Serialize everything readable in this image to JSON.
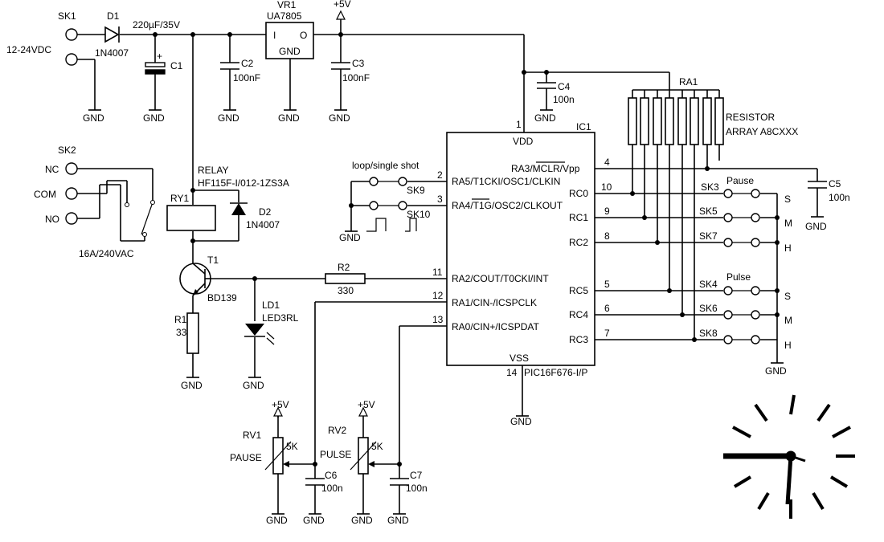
{
  "supply": {
    "sk1": "SK1",
    "d1": "D1",
    "d1_type": "1N4007",
    "vin": "12-24VDC",
    "c1": "C1",
    "c1_value": "220µF/35V",
    "plus": "+",
    "c2": "C2",
    "c2_value": "100nF",
    "vr1": "VR1",
    "vr1_type": "UA7805",
    "vr1_in": "I",
    "vr1_out": "O",
    "vr1_gnd": "GND",
    "c3": "C3",
    "c3_value": "100nF",
    "plus5v": "+5V"
  },
  "relay": {
    "sk2": "SK2",
    "nc": "NC",
    "com": "COM",
    "no": "NO",
    "label": "RELAY",
    "type": "HF115F-I/012-1ZS3A",
    "ry1": "RY1",
    "rating": "16A/240VAC",
    "d2": "D2",
    "d2_type": "1N4007",
    "t1": "T1",
    "t1_type": "BD139",
    "r1": "R1",
    "r1_value": "33",
    "ld1": "LD1",
    "ld1_type": "LED3RL",
    "r2": "R2",
    "r2_value": "330"
  },
  "ic": {
    "name": "IC1",
    "part": "PIC16F676-I/P",
    "vdd": "VDD",
    "vss": "VSS",
    "pin1": "1",
    "pin14": "14",
    "left_pins": [
      {
        "num": "2",
        "label": "RA5/T1CKI/OSC1/CLKIN"
      },
      {
        "num": "3",
        "label": "RA4/T1G/OSC2/CLKOUT"
      },
      {
        "num": "11",
        "label": "RA2/COUT/T0CKI/INT"
      },
      {
        "num": "12",
        "label": "RA1/CIN-/ICSPCLK"
      },
      {
        "num": "13",
        "label": "RA0/CIN+/ICSPDAT"
      }
    ],
    "right_pins": [
      {
        "num": "4",
        "label": "RA3/MCLR/Vpp"
      },
      {
        "num": "10",
        "label": "RC0"
      },
      {
        "num": "9",
        "label": "RC1"
      },
      {
        "num": "8",
        "label": "RC2"
      },
      {
        "num": "5",
        "label": "RC5"
      },
      {
        "num": "6",
        "label": "RC4"
      },
      {
        "num": "7",
        "label": "RC3"
      }
    ]
  },
  "mode": {
    "title": "loop/single shot",
    "sk9": "SK9",
    "sk10": "SK10"
  },
  "c4": {
    "name": "C4",
    "value": "100n"
  },
  "c5": {
    "name": "C5",
    "value": "100n"
  },
  "ra1": {
    "name": "RA1",
    "desc1": "RESISTOR",
    "desc2": "ARRAY A8CXXX"
  },
  "pause_group": {
    "title": "Pause",
    "switches": [
      "SK3",
      "SK5",
      "SK7"
    ],
    "letters": [
      "S",
      "M",
      "H"
    ]
  },
  "pulse_group": {
    "title": "Pulse",
    "switches": [
      "SK4",
      "SK6",
      "SK8"
    ],
    "letters": [
      "S",
      "M",
      "H"
    ]
  },
  "pots": {
    "rv1": "RV1",
    "rv1_label": "PAUSE",
    "rv1_value": "5K",
    "rv2": "RV2",
    "rv2_label": "PULSE",
    "rv2_value": "5K",
    "c6": "C6",
    "c6_value": "100n",
    "c7": "C7",
    "c7_value": "100n"
  },
  "gnd": "GND"
}
